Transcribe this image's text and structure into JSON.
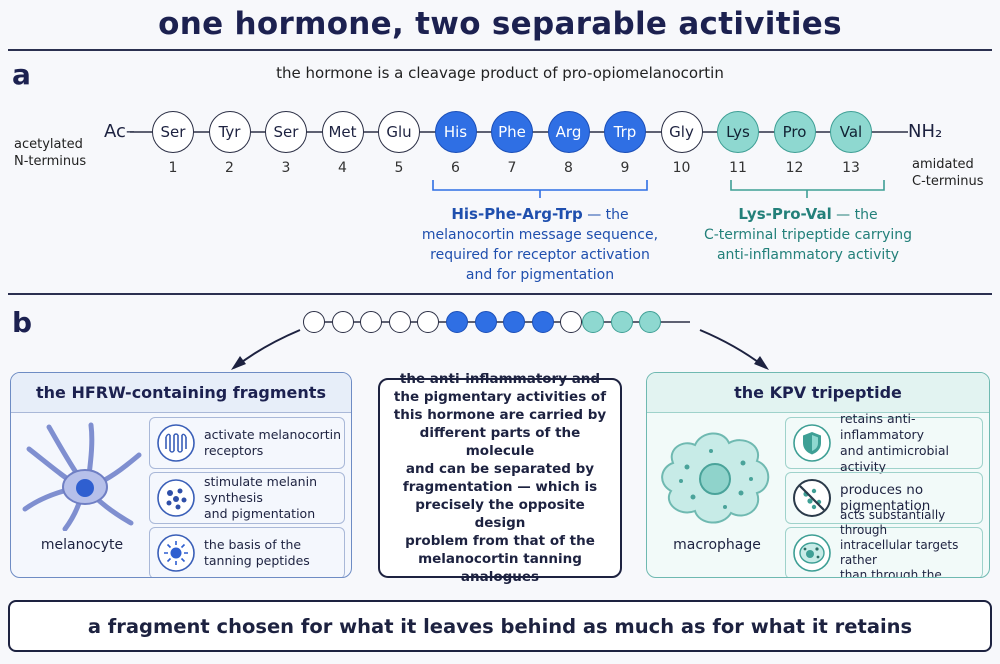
{
  "title": "one hormone, two separable activities",
  "panel_a": {
    "letter": "a",
    "subtitle": "the hormone is a cleavage product of pro-opiomelanocortin",
    "n_term_label": "acetylated\nN-terminus",
    "n_term_symbol": "Ac–",
    "c_term_symbol": "NH₂",
    "c_term_label": "amidated\nC-terminus",
    "residues": [
      {
        "name": "Ser",
        "num": "1",
        "group": "plain"
      },
      {
        "name": "Tyr",
        "num": "2",
        "group": "plain"
      },
      {
        "name": "Ser",
        "num": "3",
        "group": "plain"
      },
      {
        "name": "Met",
        "num": "4",
        "group": "plain"
      },
      {
        "name": "Glu",
        "num": "5",
        "group": "plain"
      },
      {
        "name": "His",
        "num": "6",
        "group": "blue"
      },
      {
        "name": "Phe",
        "num": "7",
        "group": "blue"
      },
      {
        "name": "Arg",
        "num": "8",
        "group": "blue"
      },
      {
        "name": "Trp",
        "num": "9",
        "group": "blue"
      },
      {
        "name": "Gly",
        "num": "10",
        "group": "plain"
      },
      {
        "name": "Lys",
        "num": "11",
        "group": "teal"
      },
      {
        "name": "Pro",
        "num": "12",
        "group": "teal"
      },
      {
        "name": "Val",
        "num": "13",
        "group": "teal"
      }
    ],
    "blue_note": {
      "head": "His-Phe-Arg-Trp",
      "rest": " — the",
      "lines": [
        "melanocortin message sequence,",
        "required for receptor activation",
        "and for pigmentation"
      ]
    },
    "teal_note": {
      "head": "Lys-Pro-Val",
      "rest": " — the",
      "lines": [
        "C-terminal tripeptide carrying",
        "anti-inflammatory activity"
      ]
    }
  },
  "panel_b": {
    "letter": "b",
    "left_card": {
      "title": "the HFRW-containing fragments",
      "cell_label": "melanocyte",
      "rows": [
        {
          "icon": "receptor-icon",
          "text": "activate melanocortin\nreceptors"
        },
        {
          "icon": "melanin-dots-icon",
          "text": "stimulate melanin synthesis\nand pigmentation"
        },
        {
          "icon": "sun-icon",
          "text": "the basis of the\ntanning peptides"
        }
      ]
    },
    "center_text": "the anti-inflammatory and\nthe pigmentary activities of\nthis hormone are carried by\ndifferent parts of the molecule\nand can be separated by\nfragmentation — which is\nprecisely the opposite design\nproblem from that of the\nmelanocortin tanning analogues",
    "right_card": {
      "title": "the KPV tripeptide",
      "cell_label": "macrophage",
      "rows": [
        {
          "icon": "shield-icon",
          "text": "retains anti-inflammatory\nand antimicrobial activity"
        },
        {
          "icon": "no-pigment-icon",
          "text": "produces no\npigmentation"
        },
        {
          "icon": "intracellular-cell-icon",
          "text": "acts substantially through\nintracellular targets rather\nthan through the receptors"
        }
      ]
    }
  },
  "conclusion": "a fragment chosen for what it leaves behind as much as for what it retains",
  "colors": {
    "blue": "#2f6fe4",
    "teal": "#8ed8d0",
    "navy": "#1c2150",
    "teal_text": "#23807a",
    "blue_text": "#1f4fae"
  }
}
